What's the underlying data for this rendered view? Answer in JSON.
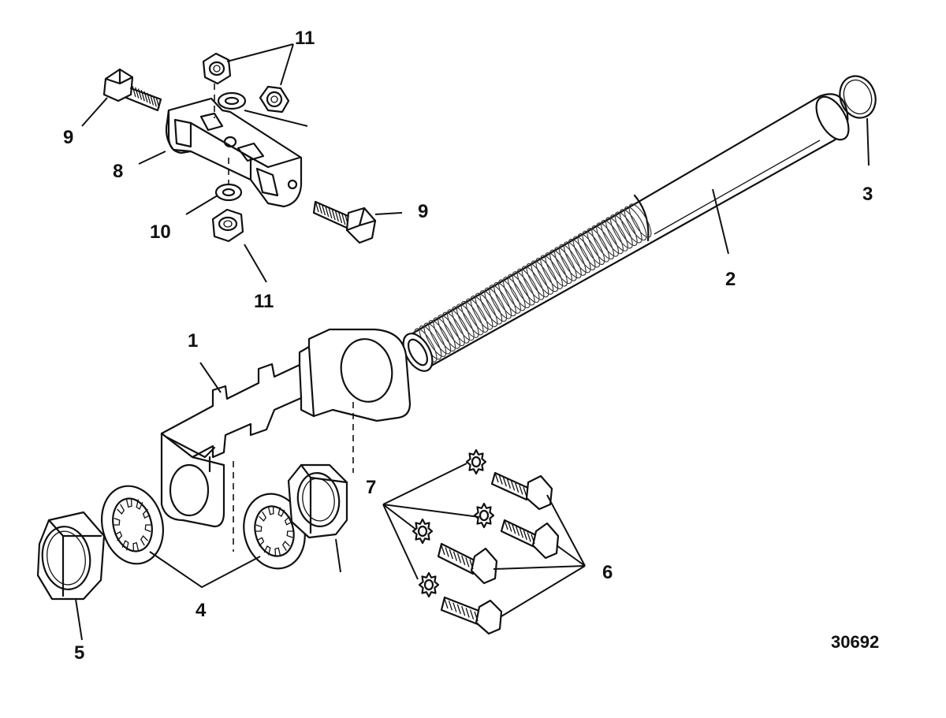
{
  "diagram": {
    "figure_number": "30692",
    "callouts": {
      "c1": "1",
      "c2": "2",
      "c3": "3",
      "c4": "4",
      "c5": "5",
      "c6": "6",
      "c7": "7",
      "c8": "8",
      "c9a": "9",
      "c9b": "9",
      "c10": "10",
      "c11a": "11",
      "c11b": "11"
    }
  }
}
